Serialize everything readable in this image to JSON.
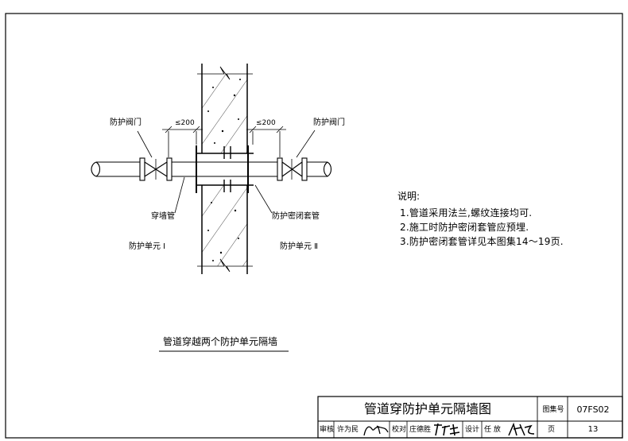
{
  "drawing": {
    "labels": {
      "valve_left": "防护阀门",
      "valve_right": "防护阀门",
      "dim_left": "≤200",
      "dim_right": "≤200",
      "wall_pipe": "穿墙管",
      "sealed_sleeve": "防护密闭套管",
      "unit_left": "防护单元 Ⅰ",
      "unit_right": "防护单元 Ⅱ"
    },
    "caption": "管道穿越两个防护单元隔墙"
  },
  "notes": {
    "title": "说明:",
    "items": [
      "1.管道采用法兰,螺纹连接均可.",
      "2.施工时防护密闭套管应预埋.",
      "3.防护密闭套管详见本图集14～19页."
    ]
  },
  "title_block": {
    "title": "管道穿防护单元隔墙图",
    "atlas_label": "图集号",
    "atlas_no": "07FS02",
    "review_label": "审核",
    "reviewer": "许为民",
    "check_label": "校对",
    "checker": "庄德胜",
    "design_label": "设计",
    "designer": "任 放",
    "page_label": "页",
    "page_no": "13"
  }
}
